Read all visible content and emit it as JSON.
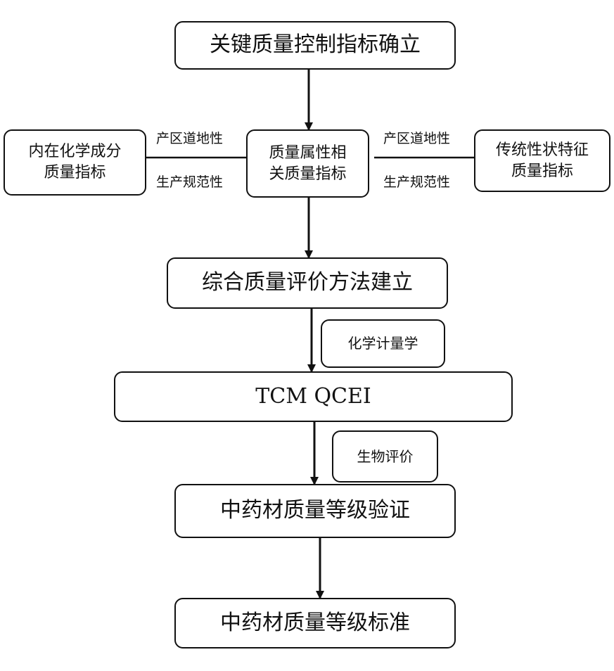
{
  "colors": {
    "stroke": "#111111",
    "background": "#ffffff",
    "text": "#111111"
  },
  "nodes": {
    "key_indicators": "关键质量控制指标确立",
    "inner_chemical": [
      "内在化学成分",
      "质量指标"
    ],
    "quality_attribute": [
      "质量属性相",
      "关质量指标"
    ],
    "traditional_traits": [
      "传统性状特征",
      "质量指标"
    ],
    "comprehensive_eval": "综合质量评价方法建立",
    "chemometrics": "化学计量学",
    "tcm_qcei": "TCM QCEI",
    "bio_eval": "生物评价",
    "grade_verification": "中药材质量等级验证",
    "grade_standard": "中药材质量等级标准"
  },
  "edge_labels": {
    "left_top": "产区道地性",
    "left_bottom": "生产规范性",
    "right_top": "产区道地性",
    "right_bottom": "生产规范性"
  }
}
